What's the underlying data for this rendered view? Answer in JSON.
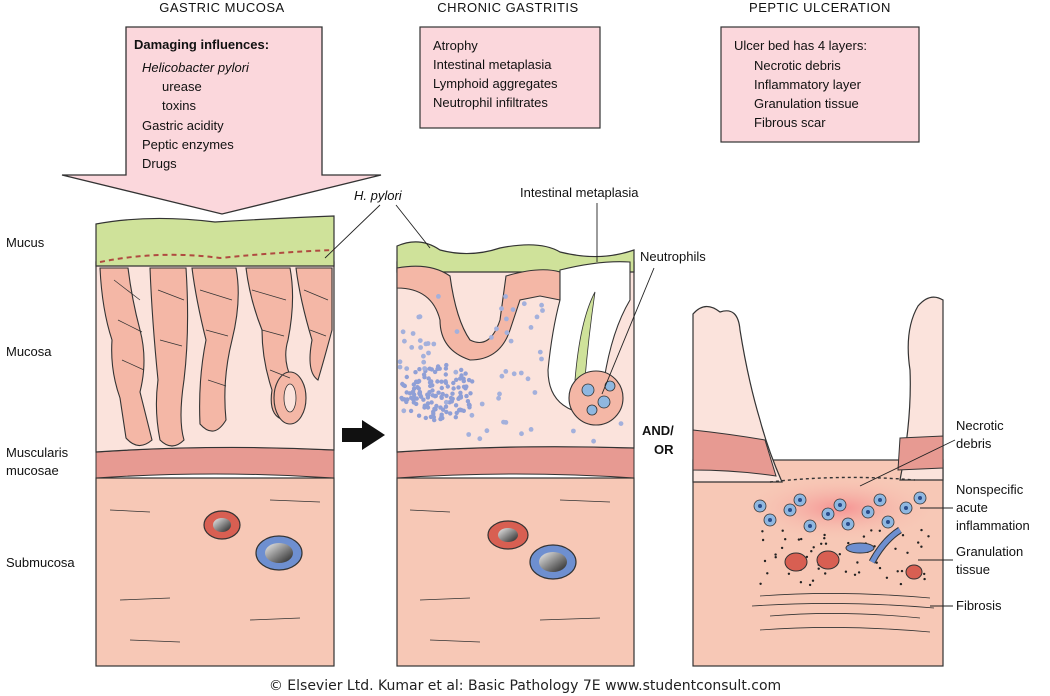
{
  "headers": {
    "gastric_mucosa": "GASTRIC MUCOSA",
    "chronic_gastritis": "CHRONIC GASTRITIS",
    "peptic_ulceration": "PEPTIC ULCERATION"
  },
  "box1": {
    "title": "Damaging influences:",
    "lines": [
      "Helicobacter pylori",
      "urease",
      "toxins",
      "Gastric acidity",
      "Peptic enzymes",
      "Drugs"
    ]
  },
  "box2": {
    "lines": [
      "Atrophy",
      "Intestinal metaplasia",
      "Lymphoid aggregates",
      "Neutrophil infiltrates"
    ]
  },
  "box3": {
    "title": "Ulcer bed has 4 layers:",
    "lines": [
      "Necrotic debris",
      "Inflammatory layer",
      "Granulation tissue",
      "Fibrous scar"
    ]
  },
  "layer_labels": {
    "mucus": "Mucus",
    "mucosa": "Mucosa",
    "muscularis_1": "Muscularis",
    "muscularis_2": "mucosae",
    "submucosa": "Submucosa"
  },
  "callouts": {
    "h_pylori": "H. pylori",
    "intestinal_metaplasia": "Intestinal metaplasia",
    "neutrophils": "Neutrophils",
    "and_or_1": "AND/",
    "and_or_2": "OR",
    "necrotic_1": "Necrotic",
    "necrotic_2": "debris",
    "nonspecific_1": "Nonspecific",
    "nonspecific_2": "acute",
    "nonspecific_3": "inflammation",
    "granulation_1": "Granulation",
    "granulation_2": "tissue",
    "fibrosis": "Fibrosis"
  },
  "credit": "© Elsevier Ltd. Kumar et al: Basic Pathology 7E www.studentconsult.com",
  "colors": {
    "mucus": "#cfe29a",
    "gland": "#f4b7a6",
    "lamina": "#fbe3dc",
    "muscularis": "#e79a92",
    "submucosa": "#f7c8b6",
    "box": "#fbd7dc",
    "lymphoid": "#8f9fd6",
    "vessel_red": "#d85f52",
    "vessel_blue": "#6e8fd0"
  }
}
